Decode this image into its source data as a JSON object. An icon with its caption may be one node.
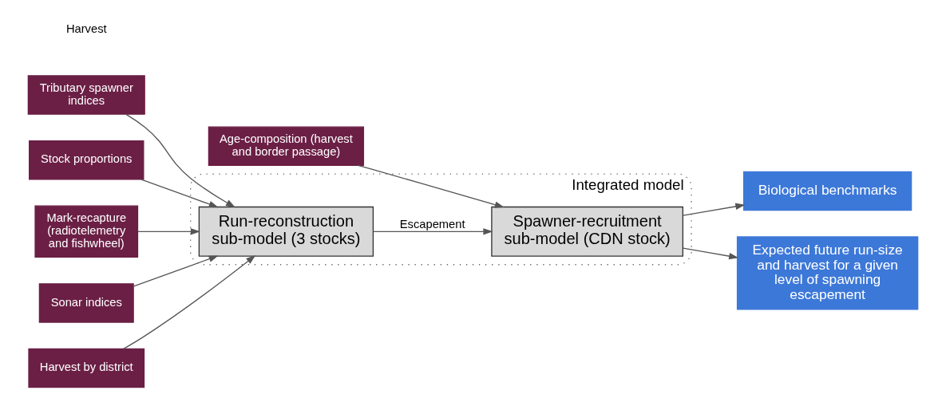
{
  "diagram": {
    "nodes": [
      {
        "text": [
          "Integrated model"
        ]
      },
      {
        "text": [
          "Run-reconstruction sub-model (3 stocks)"
        ],
        "in": 0
      },
      {
        "text": [
          "Spawner-recruitment sub-model (CDN stock)"
        ],
        "in": 0
      },
      {
        "text": [
          "Tributary spawner indices"
        ]
      },
      {
        "text": [
          "Stock proportions"
        ]
      },
      {
        "text": [
          "Mark-recapture (radiotelemetry and fishwheel)"
        ]
      },
      {
        "text": [
          "Sonar indices"
        ]
      },
      {
        "text": [
          "Harvest by district"
        ]
      },
      {
        "text": [
          "Age-composition (harvest and border passage)"
        ]
      },
      {
        "text": [
          "Biological benchmarks"
        ]
      },
      {
        "text": [
          "Expected future run-size and harvest for a given level of spawning escapement"
        ]
      }
    ],
    "edges": [
      {
        "from": 3,
        "to": 1,
        "arrow": "to"
      },
      {
        "from": 5,
        "to": 1,
        "arrow": "to"
      },
      {
        "from": 4,
        "to": 1,
        "arrow": "to"
      },
      {
        "from": 6,
        "to": 1,
        "arrow": "to"
      },
      {
        "from": 7,
        "to": 1,
        "arrow": "to"
      },
      {
        "from": 1,
        "to": 2,
        "arrow": "to",
        "label": "Escapement"
      },
      {
        "from": 8,
        "to": 2,
        "arrow": "to"
      },
      {
        "from": 2,
        "to": 9,
        "arrow": "to"
      },
      {
        "from": 2,
        "to": 10,
        "arrow": "to"
      }
    ],
    "labels": [
      "Harvest"
    ]
  }
}
